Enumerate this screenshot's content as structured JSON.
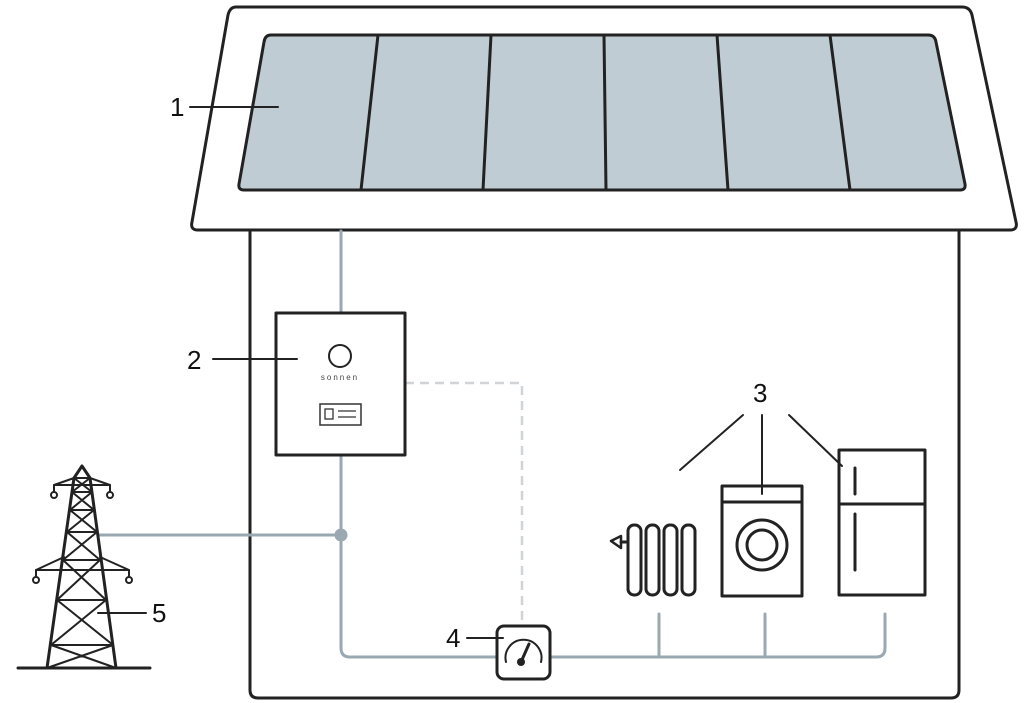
{
  "colors": {
    "panel_fill": "#c0ccd4",
    "wire": "#9aa8b2",
    "dashed_link": "#d0d4d7",
    "outline": "#222222"
  },
  "battery": {
    "brand": "sonnen"
  },
  "callouts": {
    "solar_panels": "1",
    "battery_storage": "2",
    "household_appliances": "3",
    "meter": "4",
    "power_grid": "5"
  }
}
